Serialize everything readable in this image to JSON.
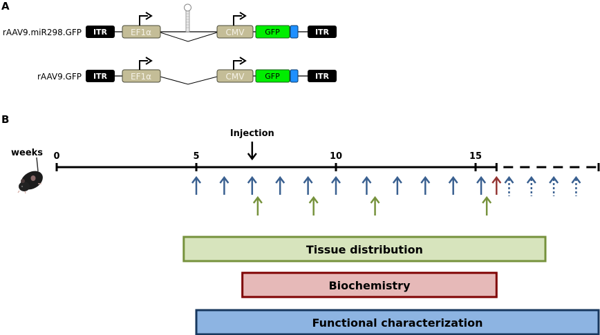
{
  "panel_a": {
    "letter": "A",
    "constructs": [
      {
        "name": "rAAV9.miR298.GFP",
        "has_hairpin": true,
        "elements": [
          {
            "type": "itr",
            "label": "ITR"
          },
          {
            "type": "promoter",
            "label": "EF1α"
          },
          {
            "type": "intron",
            "label": ""
          },
          {
            "type": "promoter",
            "label": "CMV"
          },
          {
            "type": "gfp",
            "label": "GFP"
          },
          {
            "type": "polyA",
            "label": ""
          },
          {
            "type": "itr",
            "label": "ITR"
          }
        ]
      },
      {
        "name": "rAAV9.GFP",
        "has_hairpin": false,
        "elements": [
          {
            "type": "itr",
            "label": "ITR"
          },
          {
            "type": "promoter",
            "label": "EF1α"
          },
          {
            "type": "intron",
            "label": ""
          },
          {
            "type": "promoter",
            "label": "CMV"
          },
          {
            "type": "gfp",
            "label": "GFP"
          },
          {
            "type": "polyA",
            "label": ""
          },
          {
            "type": "itr",
            "label": "ITR"
          }
        ]
      }
    ],
    "colors": {
      "itr": "#000000",
      "promoter": "#c4bd97",
      "gfp": "#00ee00",
      "polyA": "#1e90ff"
    }
  },
  "panel_b": {
    "letter": "B",
    "axis_label": "weeks",
    "animal_icon": "mouse-icon",
    "ticks": [
      {
        "week": 0,
        "label": "0"
      },
      {
        "week": 5,
        "label": "5"
      },
      {
        "week": 10,
        "label": "10"
      },
      {
        "week": 15,
        "label": "15"
      }
    ],
    "solid_end_week": 15.75,
    "dashed_end_week": 19.5,
    "injection": {
      "label": "Injection",
      "week": 7
    },
    "blue_arrows_weeks": [
      5,
      6,
      7,
      8,
      9,
      10,
      11.1,
      12.2,
      13.2,
      14.2,
      15.2
    ],
    "red_arrow_weeks": [
      15.75
    ],
    "dotted_blue_arrows_weeks": [
      16.2,
      17.0,
      17.8,
      18.6
    ],
    "green_arrows_weeks": [
      7.2,
      9.2,
      11.4,
      15.4
    ],
    "colors": {
      "blue": "#3a6090",
      "green": "#76923c",
      "red": "#943634"
    },
    "bars": [
      {
        "label": "Tissue distribution",
        "start_week": 4.55,
        "end_week": 17.5,
        "fill": "#d7e4bd",
        "stroke": "#76923c"
      },
      {
        "label": "Biochemistry",
        "start_week": 6.65,
        "end_week": 15.75,
        "fill": "#e6b9b8",
        "stroke": "#7f0000"
      },
      {
        "label": "Functional characterization",
        "start_week": 5.0,
        "end_week": 19.5,
        "fill": "#8db4e2",
        "stroke": "#17375e"
      }
    ]
  }
}
